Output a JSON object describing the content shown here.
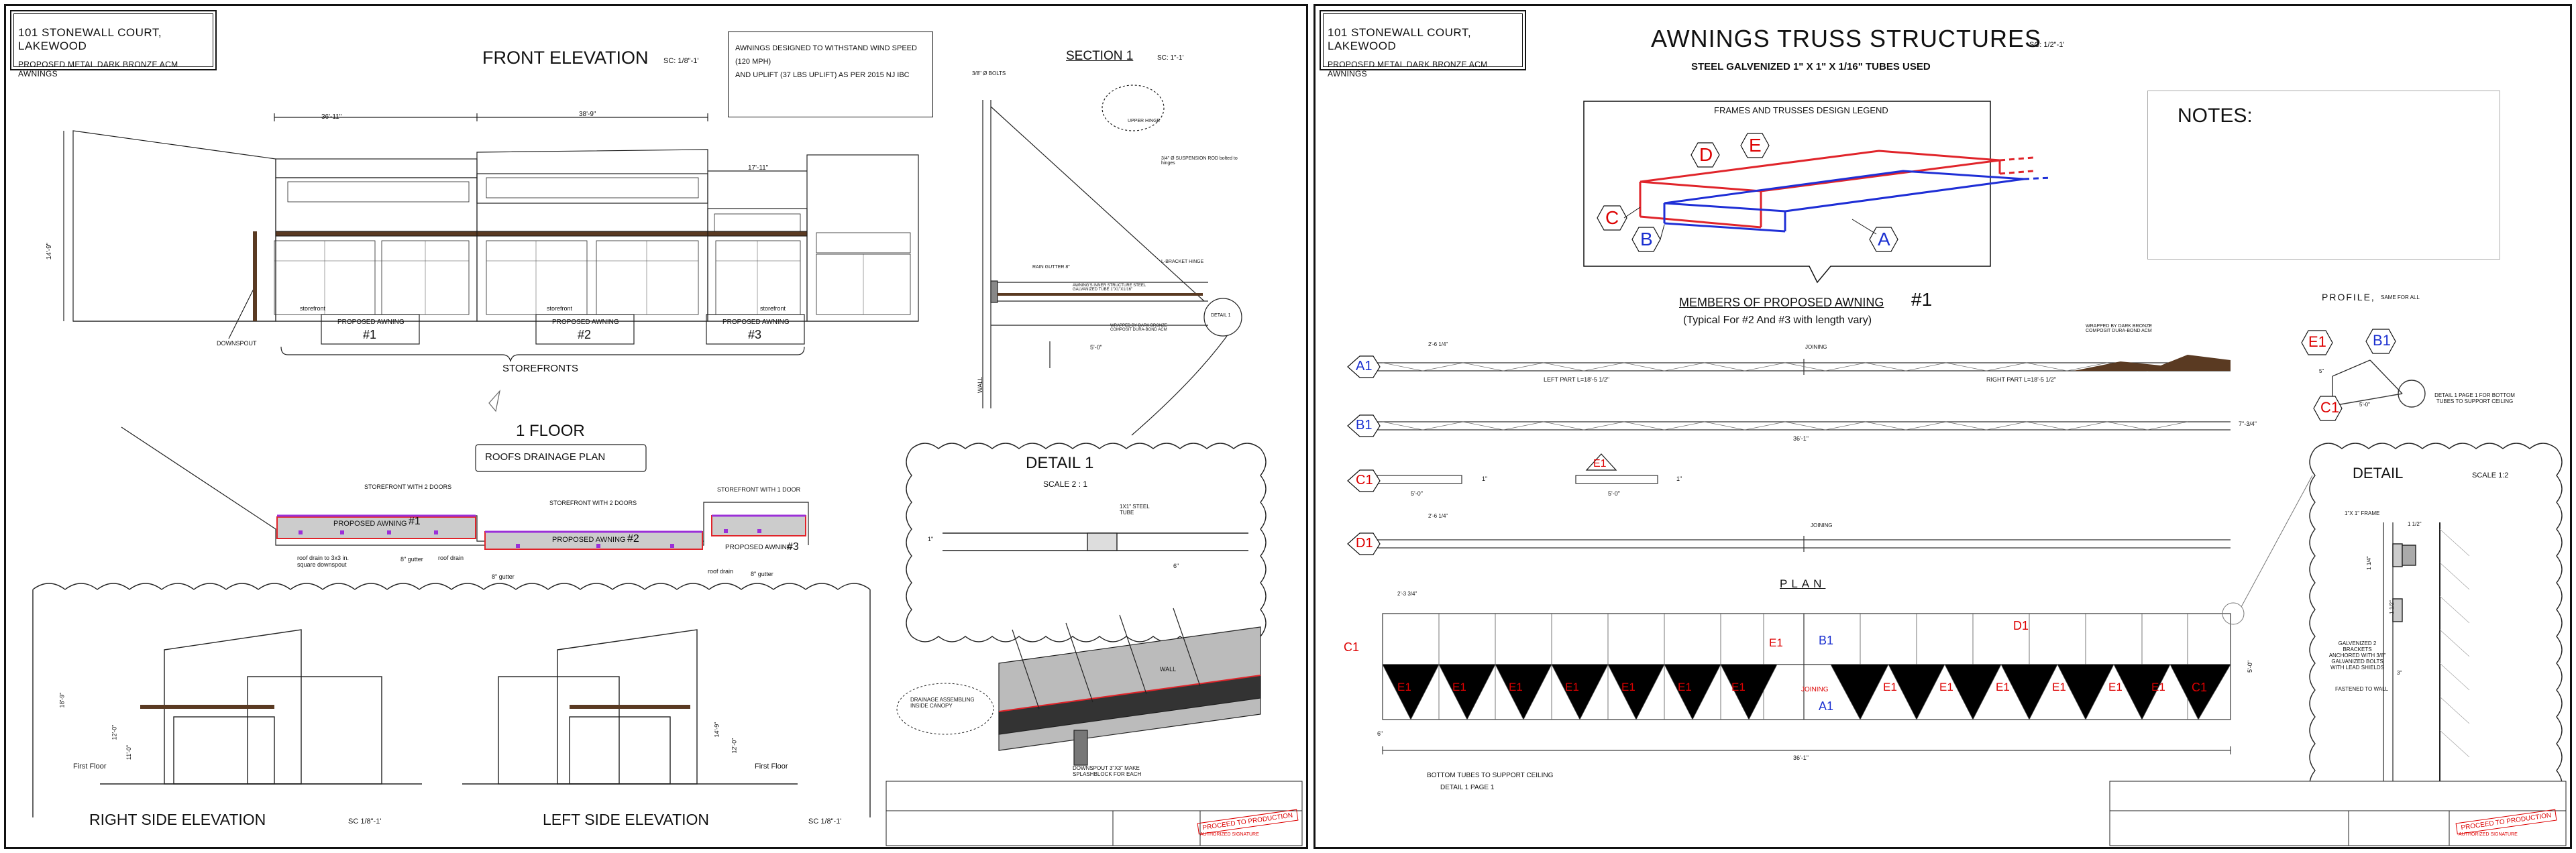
{
  "address": "101 STONEWALL COURT, LAKEWOOD",
  "project": "PROPOSED METAL DARK BRONZE ACM AWNINGS",
  "sheet1": {
    "front_title": "FRONT ELEVATION",
    "front_scale": "SC: 1/8\"-1'",
    "wind_note": [
      "AWNINGS DESIGNED TO WITHSTAND WIND SPEED",
      "(120 MPH)",
      "AND UPLIFT (37 LBS UPLIFT) AS PER 2015 NJ IBC"
    ],
    "dims_top": [
      "36'-11\"",
      "38'-9\"",
      "17'-11\""
    ],
    "dims_left": [
      "14'-9\""
    ],
    "labels": [
      "DOWNSPOUT",
      "storefront",
      "storefront",
      "storefront",
      "STOREFRONTS"
    ],
    "proposed": [
      {
        "label": "PROPOSED AWNING",
        "num": "#1"
      },
      {
        "label": "PROPOSED AWNING",
        "num": "#2"
      },
      {
        "label": "PROPOSED AWNING",
        "num": "#3"
      }
    ],
    "section_title": "SECTION 1",
    "section_scale": "SC: 1\"-1'",
    "section_labels": [
      "3/8\" Ø BOLTS",
      "UPPER HINGE",
      "3/4\" Ø SUSPENSION ROD bolted to hinges",
      "RAIN GUTTER 8\"",
      "L-BRACKET HINGE",
      "AWNING'S INNER STRUCTURE STEEL GALVANIZED TUBE 1\"X1\"X1/16\"",
      "WRAPPED BY DARK BRONZE COMPOSIT DURA-BOND ACM",
      "DETAIL 1",
      "5'-0\"",
      "WALL"
    ],
    "floor_title": "1 FLOOR",
    "drain_title": "ROOFS DRAINAGE PLAN",
    "drain_labels": [
      "STOREFRONT WITH 2 DOORS",
      "STOREFRONT WITH 2 DOORS",
      "STOREFRONT WITH 1 DOOR",
      "PROPOSED AWNING",
      "#1",
      "PROPOSED AWNING",
      "#2",
      "PROPOSED AWNING",
      "#3",
      "roof drain to 3x3 in. square downspout",
      "8\" gutter",
      "roof drain",
      "8\" gutter",
      "roof drain",
      "8\" gutter"
    ],
    "detail_title": "DETAIL 1",
    "detail_scale": "SCALE 2 : 1",
    "detail_labels": [
      "1X1\" STEEL TUBE",
      "6\"",
      "1\""
    ],
    "iso_labels": [
      "DRAINAGE ASSEMBLING INSIDE CANOPY",
      "WALL",
      "DOWNSPOUT 3\"X3\" MAKE SPLASHBLOCK FOR EACH"
    ],
    "right_elev_title": "RIGHT SIDE ELEVATION",
    "right_elev_scale": "SC 1/8\"-1'",
    "left_elev_title": "LEFT SIDE ELEVATION",
    "left_elev_scale": "SC 1/8\"-1'",
    "first_floor": "First Floor",
    "side_dims": [
      "18'-9\"",
      "12'-0\"",
      "11'-0\"",
      "14'-9\"",
      "12'-0\""
    ]
  },
  "sheet2": {
    "title": "AWNINGS TRUSS STRUCTURES",
    "scale": "SC: 1/2\"-1'",
    "subtitle": "STEEL GALVENIZED 1\" X 1\" X 1/16\" TUBES USED",
    "notes_title": "NOTES:",
    "legend_title": "FRAMES AND TRUSSES DESIGN LEGEND",
    "legend_letters": [
      "D",
      "E",
      "C",
      "B",
      "A"
    ],
    "members_title": "MEMBERS OF PROPOSED AWNING",
    "members_num": "#1",
    "members_sub": "(Typical For #2 And #3 with length vary)",
    "wrapped_note": "WRAPPED BY DARK BRONZE COMPOSIT DURA-BOND ACM",
    "joining": "JOINING",
    "member_tags": [
      "A1",
      "B1",
      "C1",
      "E1",
      "D1"
    ],
    "member_dims": [
      "2'-6 1/4\"",
      "LEFT PART L=18'-5 1/2\"",
      "RIGHT PART L=18'-5 1/2\"",
      "36'-1\"",
      "7\"-3/4\"",
      "5'-0\"",
      "5'-0\"",
      "2'-6 1/4\"",
      "1\"",
      "1\""
    ],
    "profile_title": "PROFILE,",
    "profile_sub": "SAME FOR ALL",
    "profile_tags": [
      "E1",
      "B1",
      "C1"
    ],
    "profile_labels": [
      "5'-0\"",
      "DETAIL 1 PAGE 1 FOR BOTTOM TUBES TO SUPPORT CEILING",
      "5\""
    ],
    "plan_title": "PLAN",
    "plan_tags": [
      "C1",
      "E1",
      "E1",
      "E1",
      "E1",
      "E1",
      "E1",
      "E1",
      "E1",
      "B1",
      "A1",
      "D1",
      "E1",
      "E1",
      "E1",
      "E1",
      "E1",
      "E1",
      "E1",
      "C1"
    ],
    "plan_labels": [
      "2'-3 3/4\"",
      "JOINING",
      "36'-1\"",
      "6\"",
      "5'-0\"",
      "BOTTOM TUBES TO SUPPORT CEILING",
      "DETAIL 1  PAGE 1"
    ],
    "detail_title": "DETAIL",
    "detail_scale": "SCALE 1:2",
    "detail_labels": [
      "1\"X 1\" FRAME",
      "1 1/2\"",
      "1 1/4\"",
      "1 1/2\"",
      "3\"",
      "GALVENIZED 2 BRACKETS ANCHORED WITH 3/8\" GALVANIZED BOLTS WITH LEAD SHIELDS",
      "FASTENED TO WALL"
    ]
  },
  "stamp": {
    "approval": "PROCEED TO PRODUCTION",
    "signature": "AUTHORIZED SIGNATURE"
  },
  "colors": {
    "red": "#e0242a",
    "blue": "#1f2fd6",
    "purple": "#9b30d8",
    "bronze": "#5a3a22"
  }
}
